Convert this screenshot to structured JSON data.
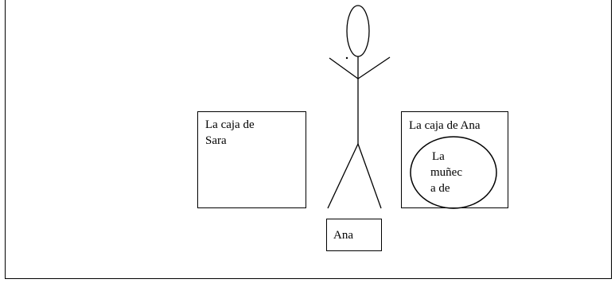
{
  "diagram": {
    "sara_box": {
      "label_line1": "La caja de",
      "label_line2": "Sara"
    },
    "ana_box": {
      "label": "La caja de Ana",
      "doll_line1": "La",
      "doll_line2": "muñec",
      "doll_line3": "a de"
    },
    "figure_name": "Ana"
  }
}
